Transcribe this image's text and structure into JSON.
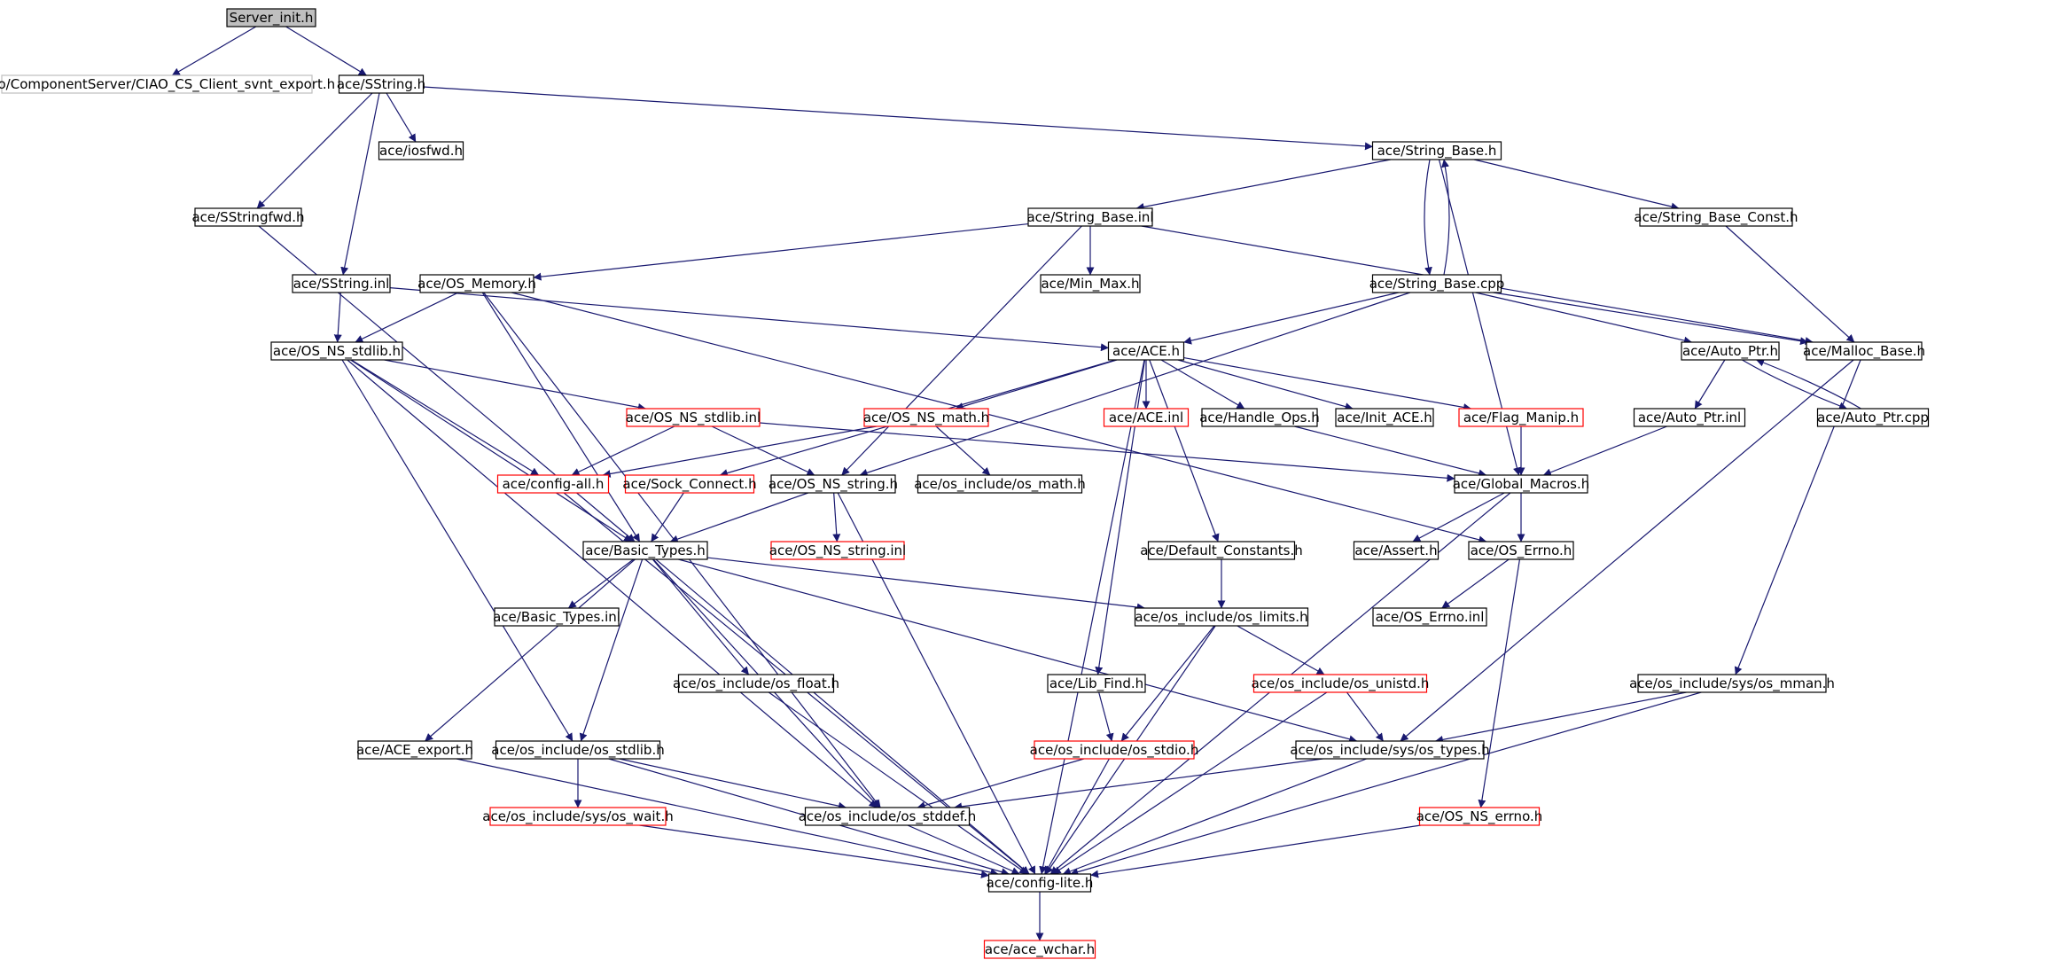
{
  "colors": {
    "edge": "#191970",
    "border_default": "#000000",
    "border_missing": "#ff0000",
    "border_external": "#bfbfbf",
    "root_fill": "#bfbfbf",
    "node_fill": "#ffffff"
  },
  "nodes": [
    {
      "id": "server_init",
      "label": "Server_init.h",
      "kind": "root"
    },
    {
      "id": "ciao_export",
      "label": "ciao/ComponentServer/CIAO_CS_Client_svnt_export.h",
      "kind": "external"
    },
    {
      "id": "sstring_h",
      "label": "ace/SString.h",
      "kind": "normal"
    },
    {
      "id": "iosfwd",
      "label": "ace/iosfwd.h",
      "kind": "normal"
    },
    {
      "id": "string_base_h",
      "label": "ace/String_Base.h",
      "kind": "normal"
    },
    {
      "id": "sstringfwd",
      "label": "ace/SStringfwd.h",
      "kind": "normal"
    },
    {
      "id": "string_base_inl",
      "label": "ace/String_Base.inl",
      "kind": "normal"
    },
    {
      "id": "string_base_const",
      "label": "ace/String_Base_Const.h",
      "kind": "normal"
    },
    {
      "id": "sstring_inl",
      "label": "ace/SString.inl",
      "kind": "normal"
    },
    {
      "id": "os_memory",
      "label": "ace/OS_Memory.h",
      "kind": "normal"
    },
    {
      "id": "min_max",
      "label": "ace/Min_Max.h",
      "kind": "normal"
    },
    {
      "id": "string_base_cpp",
      "label": "ace/String_Base.cpp",
      "kind": "normal"
    },
    {
      "id": "os_ns_stdlib_h",
      "label": "ace/OS_NS_stdlib.h",
      "kind": "normal"
    },
    {
      "id": "ace_h",
      "label": "ace/ACE.h",
      "kind": "normal"
    },
    {
      "id": "auto_ptr_h",
      "label": "ace/Auto_Ptr.h",
      "kind": "normal"
    },
    {
      "id": "malloc_base",
      "label": "ace/Malloc_Base.h",
      "kind": "normal"
    },
    {
      "id": "os_ns_stdlib_inl",
      "label": "ace/OS_NS_stdlib.inl",
      "kind": "missing"
    },
    {
      "id": "os_ns_math",
      "label": "ace/OS_NS_math.h",
      "kind": "missing"
    },
    {
      "id": "ace_inl",
      "label": "ace/ACE.inl",
      "kind": "missing"
    },
    {
      "id": "handle_ops",
      "label": "ace/Handle_Ops.h",
      "kind": "normal"
    },
    {
      "id": "init_ace",
      "label": "ace/Init_ACE.h",
      "kind": "normal"
    },
    {
      "id": "flag_manip",
      "label": "ace/Flag_Manip.h",
      "kind": "missing"
    },
    {
      "id": "auto_ptr_inl",
      "label": "ace/Auto_Ptr.inl",
      "kind": "normal"
    },
    {
      "id": "auto_ptr_cpp",
      "label": "ace/Auto_Ptr.cpp",
      "kind": "normal"
    },
    {
      "id": "config_all",
      "label": "ace/config-all.h",
      "kind": "missing"
    },
    {
      "id": "sock_connect",
      "label": "ace/Sock_Connect.h",
      "kind": "missing"
    },
    {
      "id": "os_ns_string_h",
      "label": "ace/OS_NS_string.h",
      "kind": "normal"
    },
    {
      "id": "os_math",
      "label": "ace/os_include/os_math.h",
      "kind": "normal"
    },
    {
      "id": "global_macros",
      "label": "ace/Global_Macros.h",
      "kind": "normal"
    },
    {
      "id": "basic_types_h",
      "label": "ace/Basic_Types.h",
      "kind": "normal"
    },
    {
      "id": "os_ns_string_inl",
      "label": "ace/OS_NS_string.inl",
      "kind": "missing"
    },
    {
      "id": "default_constants",
      "label": "ace/Default_Constants.h",
      "kind": "normal"
    },
    {
      "id": "assert_h",
      "label": "ace/Assert.h",
      "kind": "normal"
    },
    {
      "id": "os_errno_h",
      "label": "ace/OS_Errno.h",
      "kind": "normal"
    },
    {
      "id": "basic_types_inl",
      "label": "ace/Basic_Types.inl",
      "kind": "normal"
    },
    {
      "id": "os_limits",
      "label": "ace/os_include/os_limits.h",
      "kind": "normal"
    },
    {
      "id": "os_errno_inl",
      "label": "ace/OS_Errno.inl",
      "kind": "normal"
    },
    {
      "id": "os_float",
      "label": "ace/os_include/os_float.h",
      "kind": "normal"
    },
    {
      "id": "lib_find",
      "label": "ace/Lib_Find.h",
      "kind": "normal"
    },
    {
      "id": "os_unistd",
      "label": "ace/os_include/os_unistd.h",
      "kind": "missing"
    },
    {
      "id": "os_mman",
      "label": "ace/os_include/sys/os_mman.h",
      "kind": "normal"
    },
    {
      "id": "ace_export",
      "label": "ace/ACE_export.h",
      "kind": "normal"
    },
    {
      "id": "os_stdlib",
      "label": "ace/os_include/os_stdlib.h",
      "kind": "normal"
    },
    {
      "id": "os_stdio",
      "label": "ace/os_include/os_stdio.h",
      "kind": "missing"
    },
    {
      "id": "os_types",
      "label": "ace/os_include/sys/os_types.h",
      "kind": "normal"
    },
    {
      "id": "os_wait",
      "label": "ace/os_include/sys/os_wait.h",
      "kind": "missing"
    },
    {
      "id": "os_stddef",
      "label": "ace/os_include/os_stddef.h",
      "kind": "normal"
    },
    {
      "id": "os_ns_errno",
      "label": "ace/OS_NS_errno.h",
      "kind": "missing"
    },
    {
      "id": "config_lite",
      "label": "ace/config-lite.h",
      "kind": "normal"
    },
    {
      "id": "ace_wchar",
      "label": "ace/ace_wchar.h",
      "kind": "missing"
    }
  ],
  "edges": [
    [
      "server_init",
      "ciao_export"
    ],
    [
      "server_init",
      "sstring_h"
    ],
    [
      "sstring_h",
      "iosfwd"
    ],
    [
      "sstring_h",
      "string_base_h"
    ],
    [
      "sstring_h",
      "sstringfwd"
    ],
    [
      "sstring_h",
      "sstring_inl"
    ],
    [
      "string_base_h",
      "string_base_inl"
    ],
    [
      "string_base_h",
      "string_base_const"
    ],
    [
      "string_base_h",
      "string_base_cpp"
    ],
    [
      "string_base_h",
      "global_macros"
    ],
    [
      "string_base_cpp",
      "string_base_h"
    ],
    [
      "string_base_inl",
      "os_memory"
    ],
    [
      "string_base_inl",
      "min_max"
    ],
    [
      "string_base_inl",
      "os_ns_string_h"
    ],
    [
      "string_base_inl",
      "malloc_base"
    ],
    [
      "string_base_const",
      "malloc_base"
    ],
    [
      "string_base_cpp",
      "ace_h"
    ],
    [
      "string_base_cpp",
      "auto_ptr_h"
    ],
    [
      "string_base_cpp",
      "malloc_base"
    ],
    [
      "string_base_cpp",
      "os_ns_string_h"
    ],
    [
      "sstringfwd",
      "basic_types_h"
    ],
    [
      "sstring_inl",
      "os_ns_stdlib_h"
    ],
    [
      "sstring_inl",
      "ace_h"
    ],
    [
      "os_memory",
      "os_ns_stdlib_h"
    ],
    [
      "os_memory",
      "basic_types_h"
    ],
    [
      "os_memory",
      "os_stddef"
    ],
    [
      "os_memory",
      "os_errno_h"
    ],
    [
      "os_ns_stdlib_h",
      "os_ns_stdlib_inl"
    ],
    [
      "os_ns_stdlib_h",
      "config_all"
    ],
    [
      "os_ns_stdlib_h",
      "basic_types_h"
    ],
    [
      "os_ns_stdlib_h",
      "os_stdlib"
    ],
    [
      "os_ns_stdlib_h",
      "os_stddef"
    ],
    [
      "ace_h",
      "os_ns_math"
    ],
    [
      "ace_h",
      "ace_inl"
    ],
    [
      "ace_h",
      "handle_ops"
    ],
    [
      "ace_h",
      "init_ace"
    ],
    [
      "ace_h",
      "flag_manip"
    ],
    [
      "ace_h",
      "sock_connect"
    ],
    [
      "ace_h",
      "default_constants"
    ],
    [
      "ace_h",
      "lib_find"
    ],
    [
      "ace_h",
      "config_lite"
    ],
    [
      "auto_ptr_h",
      "auto_ptr_inl"
    ],
    [
      "auto_ptr_h",
      "auto_ptr_cpp"
    ],
    [
      "auto_ptr_cpp",
      "auto_ptr_h"
    ],
    [
      "malloc_base",
      "os_mman"
    ],
    [
      "malloc_base",
      "os_types"
    ],
    [
      "os_ns_stdlib_inl",
      "config_all"
    ],
    [
      "os_ns_stdlib_inl",
      "os_ns_string_h"
    ],
    [
      "os_ns_stdlib_inl",
      "global_macros"
    ],
    [
      "os_ns_math",
      "os_math"
    ],
    [
      "os_ns_math",
      "config_all"
    ],
    [
      "handle_ops",
      "global_macros"
    ],
    [
      "flag_manip",
      "global_macros"
    ],
    [
      "auto_ptr_inl",
      "global_macros"
    ],
    [
      "config_all",
      "config_lite"
    ],
    [
      "sock_connect",
      "basic_types_h"
    ],
    [
      "os_ns_string_h",
      "os_ns_string_inl"
    ],
    [
      "os_ns_string_h",
      "basic_types_h"
    ],
    [
      "os_ns_string_h",
      "config_lite"
    ],
    [
      "global_macros",
      "assert_h"
    ],
    [
      "global_macros",
      "os_errno_h"
    ],
    [
      "global_macros",
      "config_lite"
    ],
    [
      "basic_types_h",
      "basic_types_inl"
    ],
    [
      "basic_types_h",
      "os_limits"
    ],
    [
      "basic_types_h",
      "os_float"
    ],
    [
      "basic_types_h",
      "ace_export"
    ],
    [
      "basic_types_h",
      "os_stdlib"
    ],
    [
      "basic_types_h",
      "os_stddef"
    ],
    [
      "basic_types_h",
      "os_types"
    ],
    [
      "basic_types_h",
      "config_lite"
    ],
    [
      "default_constants",
      "os_limits"
    ],
    [
      "os_errno_h",
      "os_errno_inl"
    ],
    [
      "os_errno_h",
      "os_ns_errno"
    ],
    [
      "os_limits",
      "os_unistd"
    ],
    [
      "os_limits",
      "os_stdio"
    ],
    [
      "os_limits",
      "config_lite"
    ],
    [
      "os_float",
      "config_lite"
    ],
    [
      "lib_find",
      "os_stdio"
    ],
    [
      "os_unistd",
      "os_types"
    ],
    [
      "os_unistd",
      "config_lite"
    ],
    [
      "os_mman",
      "os_types"
    ],
    [
      "os_mman",
      "config_lite"
    ],
    [
      "ace_export",
      "config_lite"
    ],
    [
      "os_stdlib",
      "os_wait"
    ],
    [
      "os_stdlib",
      "os_stddef"
    ],
    [
      "os_stdlib",
      "config_lite"
    ],
    [
      "os_stdio",
      "os_stddef"
    ],
    [
      "os_stdio",
      "config_lite"
    ],
    [
      "os_types",
      "os_stddef"
    ],
    [
      "os_types",
      "config_lite"
    ],
    [
      "os_wait",
      "config_lite"
    ],
    [
      "os_stddef",
      "config_lite"
    ],
    [
      "os_ns_errno",
      "config_lite"
    ],
    [
      "config_lite",
      "ace_wchar"
    ]
  ]
}
